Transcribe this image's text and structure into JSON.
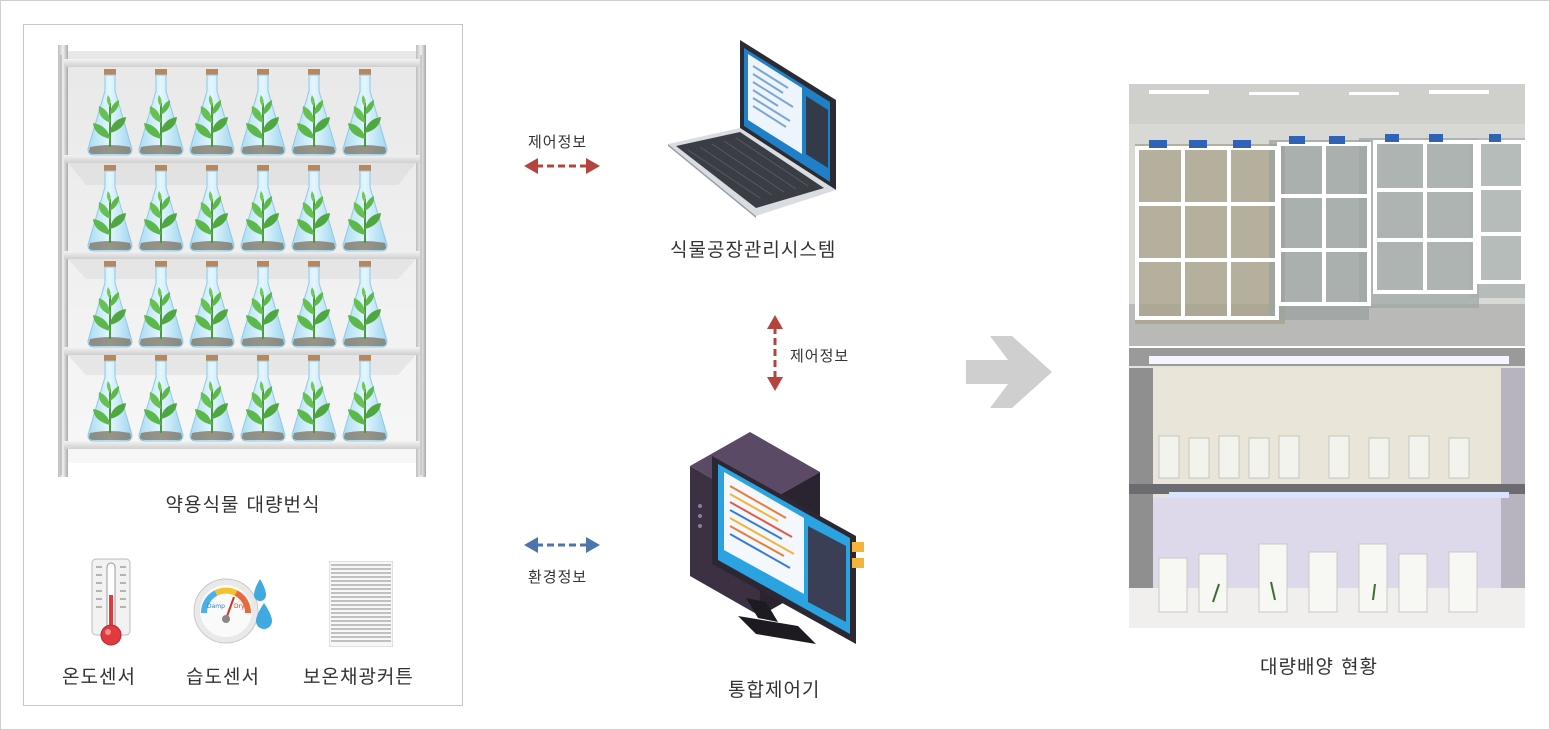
{
  "colors": {
    "arrow_control": "#b5443e",
    "arrow_env": "#4d74ad",
    "big_arrow": "#cfcfcf",
    "flask_glass": "#bfe6f7",
    "leaf": "#57b14a",
    "shelf": "#d9d9d9"
  },
  "left_panel": {
    "title": "약용식물 대량번식",
    "sensors": [
      {
        "label": "온도센서",
        "icon": "thermometer-icon"
      },
      {
        "label": "습도센서",
        "icon": "humidity-gauge-icon"
      },
      {
        "label": "보온채광커튼",
        "icon": "curtain-icon"
      }
    ]
  },
  "center": {
    "system_label": "식물공장관리시스템",
    "controller_label": "통합제어기",
    "arrow_top_label": "제어정보",
    "arrow_vertical_label": "제어정보",
    "arrow_bottom_label": "환경정보"
  },
  "right": {
    "caption": "대량배양 현황"
  }
}
